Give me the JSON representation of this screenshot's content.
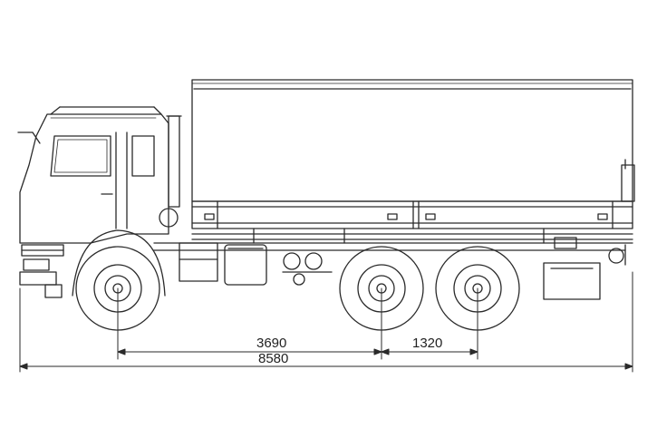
{
  "dimensions": {
    "wheelbase_front": "3690",
    "wheelbase_rear": "1320",
    "overall_length": "8580"
  },
  "colors": {
    "line": "#2a2a2a",
    "background": "#ffffff"
  }
}
